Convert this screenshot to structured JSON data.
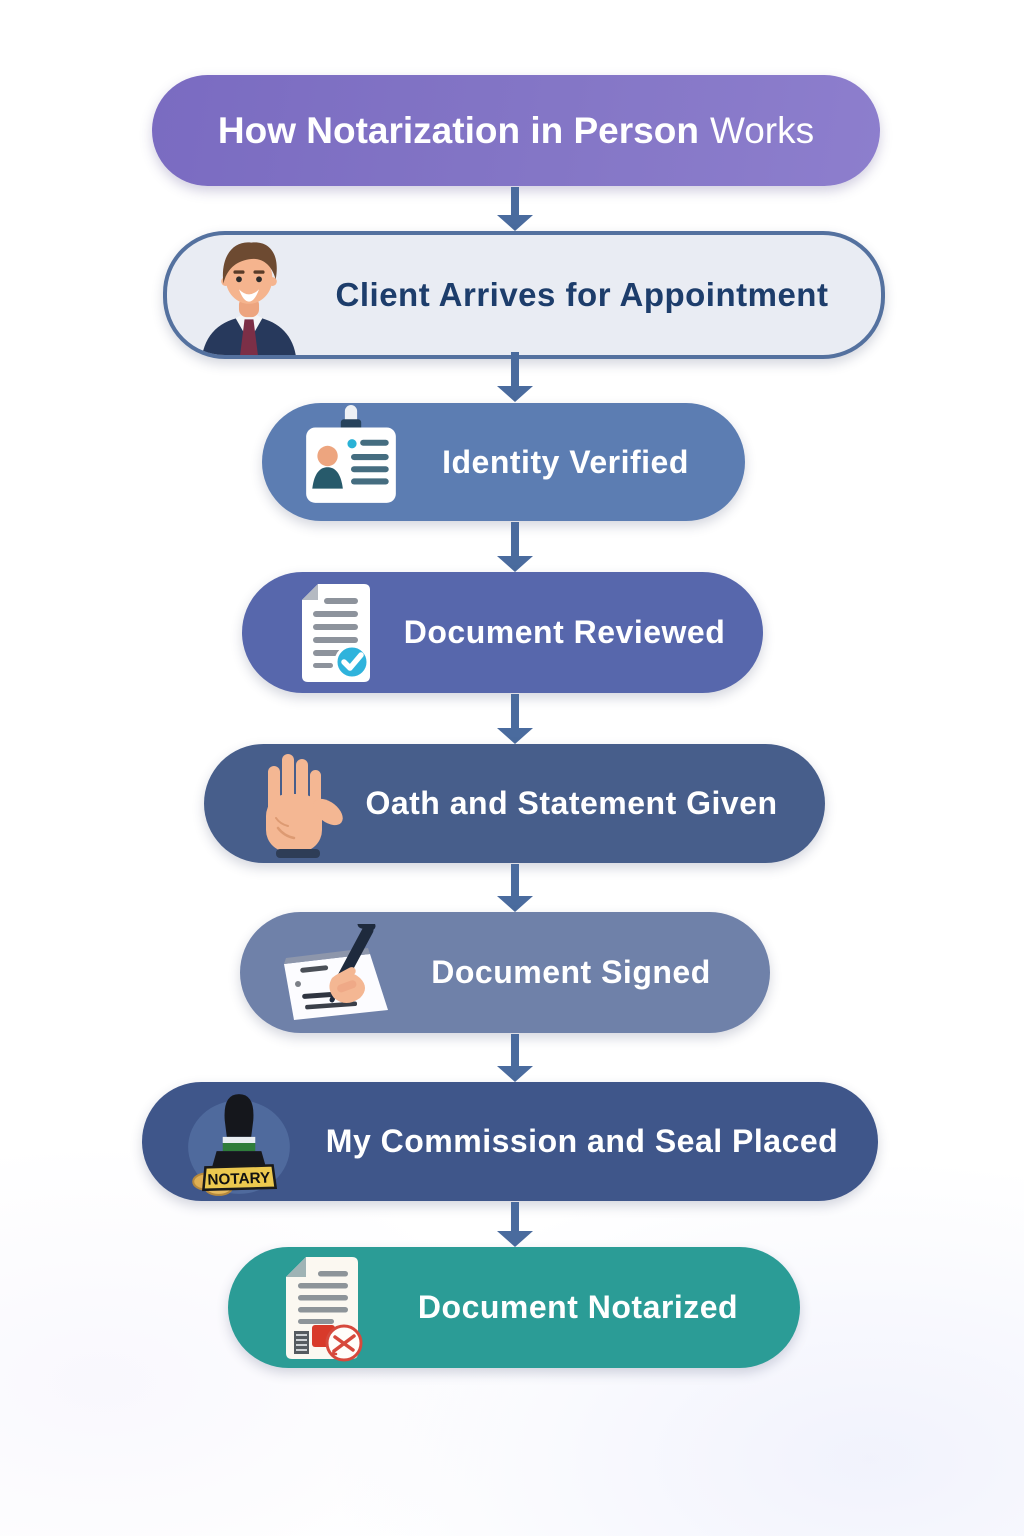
{
  "title": {
    "bold": "How Notarization in Person",
    "regular": "Works"
  },
  "steps": [
    {
      "name": "client-arrives",
      "label": "Client Arrives for Appointment",
      "icon": "client-avatar-icon",
      "bg": "#e9ecf3",
      "border": "#54719f",
      "text_color": "#1d3d6b"
    },
    {
      "name": "identity-verified",
      "label": "Identity Verified",
      "icon": "id-badge-icon",
      "bg": "#5c7db2",
      "text_color": "#ffffff"
    },
    {
      "name": "document-reviewed",
      "label": "Document Reviewed",
      "icon": "document-check-icon",
      "bg": "#5767ac",
      "text_color": "#ffffff"
    },
    {
      "name": "oath-statement-given",
      "label": "Oath and Statement Given",
      "icon": "raised-hand-icon",
      "bg": "#475e8b",
      "text_color": "#ffffff"
    },
    {
      "name": "document-signed",
      "label": "Document Signed",
      "icon": "signing-hand-icon",
      "bg": "#6f81a9",
      "text_color": "#ffffff"
    },
    {
      "name": "commission-seal-placed",
      "label": "My Commission and Seal Placed",
      "icon": "notary-stamp-icon",
      "bg": "#3f568a",
      "text_color": "#ffffff",
      "stamp_text": "NOTARY"
    },
    {
      "name": "document-notarized",
      "label": "Document Notarized",
      "icon": "stamped-document-icon",
      "bg": "#2b9c96",
      "text_color": "#ffffff"
    }
  ],
  "palette": {
    "title_gradient_start": "#7a6bc1",
    "title_gradient_end": "#8d7ecd",
    "arrow": "#4a6b9e",
    "check_badge": "#2fb3dc",
    "notary_band_yellow": "#ecc94f",
    "seal_red": "#d83a2a",
    "teal_final": "#2b9c96",
    "background": "#ffffff"
  }
}
